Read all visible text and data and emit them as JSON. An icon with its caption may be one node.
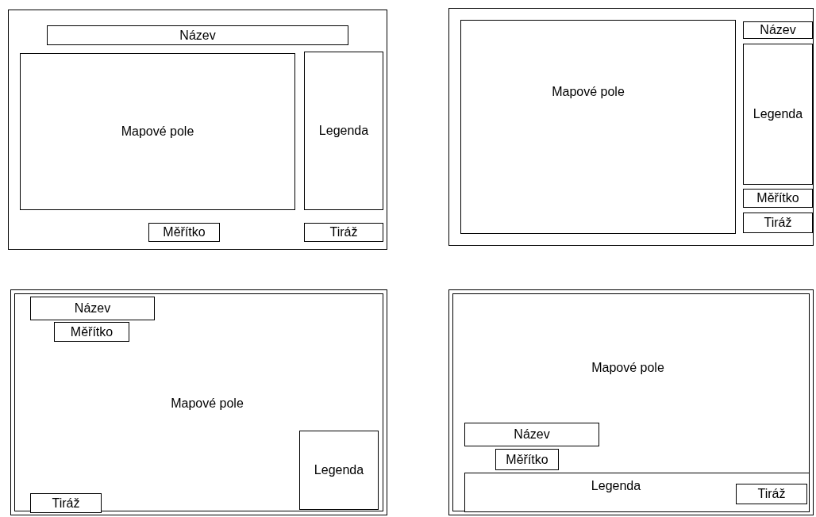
{
  "diagram": {
    "nodes": [
      {
        "text": [],
        "shape": "box"
      },
      {
        "text": [
          "Název"
        ],
        "in": 0
      },
      {
        "text": [
          "Mapové pole"
        ],
        "in": 0
      },
      {
        "text": [
          "Legenda"
        ],
        "in": 0
      },
      {
        "text": [
          "Měřítko"
        ],
        "in": 0
      },
      {
        "text": [
          "Tiráž"
        ],
        "in": 0
      },
      {
        "text": [],
        "shape": "box"
      },
      {
        "text": [
          "Mapové pole"
        ],
        "in": 6
      },
      {
        "text": [
          "Název"
        ],
        "in": 6
      },
      {
        "text": [
          "Legenda"
        ],
        "in": 6
      },
      {
        "text": [
          "Měřítko"
        ],
        "in": 6
      },
      {
        "text": [
          "Tiráž"
        ],
        "in": 6
      },
      {
        "text": [],
        "shape": "box"
      },
      {
        "text": [
          "Mapové pole"
        ],
        "in": 12
      },
      {
        "text": [
          "Název"
        ],
        "in": 13
      },
      {
        "text": [
          "Měřítko"
        ],
        "in": 13
      },
      {
        "text": [
          "Legenda"
        ],
        "in": 13
      },
      {
        "text": [
          "Tiráž"
        ],
        "in": 13
      },
      {
        "text": [],
        "shape": "box"
      },
      {
        "text": [
          "Mapové pole"
        ],
        "in": 18
      },
      {
        "text": [
          "Název"
        ],
        "in": 19
      },
      {
        "text": [
          "Měřítko"
        ],
        "in": 19
      },
      {
        "text": [
          "Legenda"
        ],
        "in": 19
      },
      {
        "text": [
          "Tiráž"
        ],
        "in": 22
      }
    ]
  }
}
